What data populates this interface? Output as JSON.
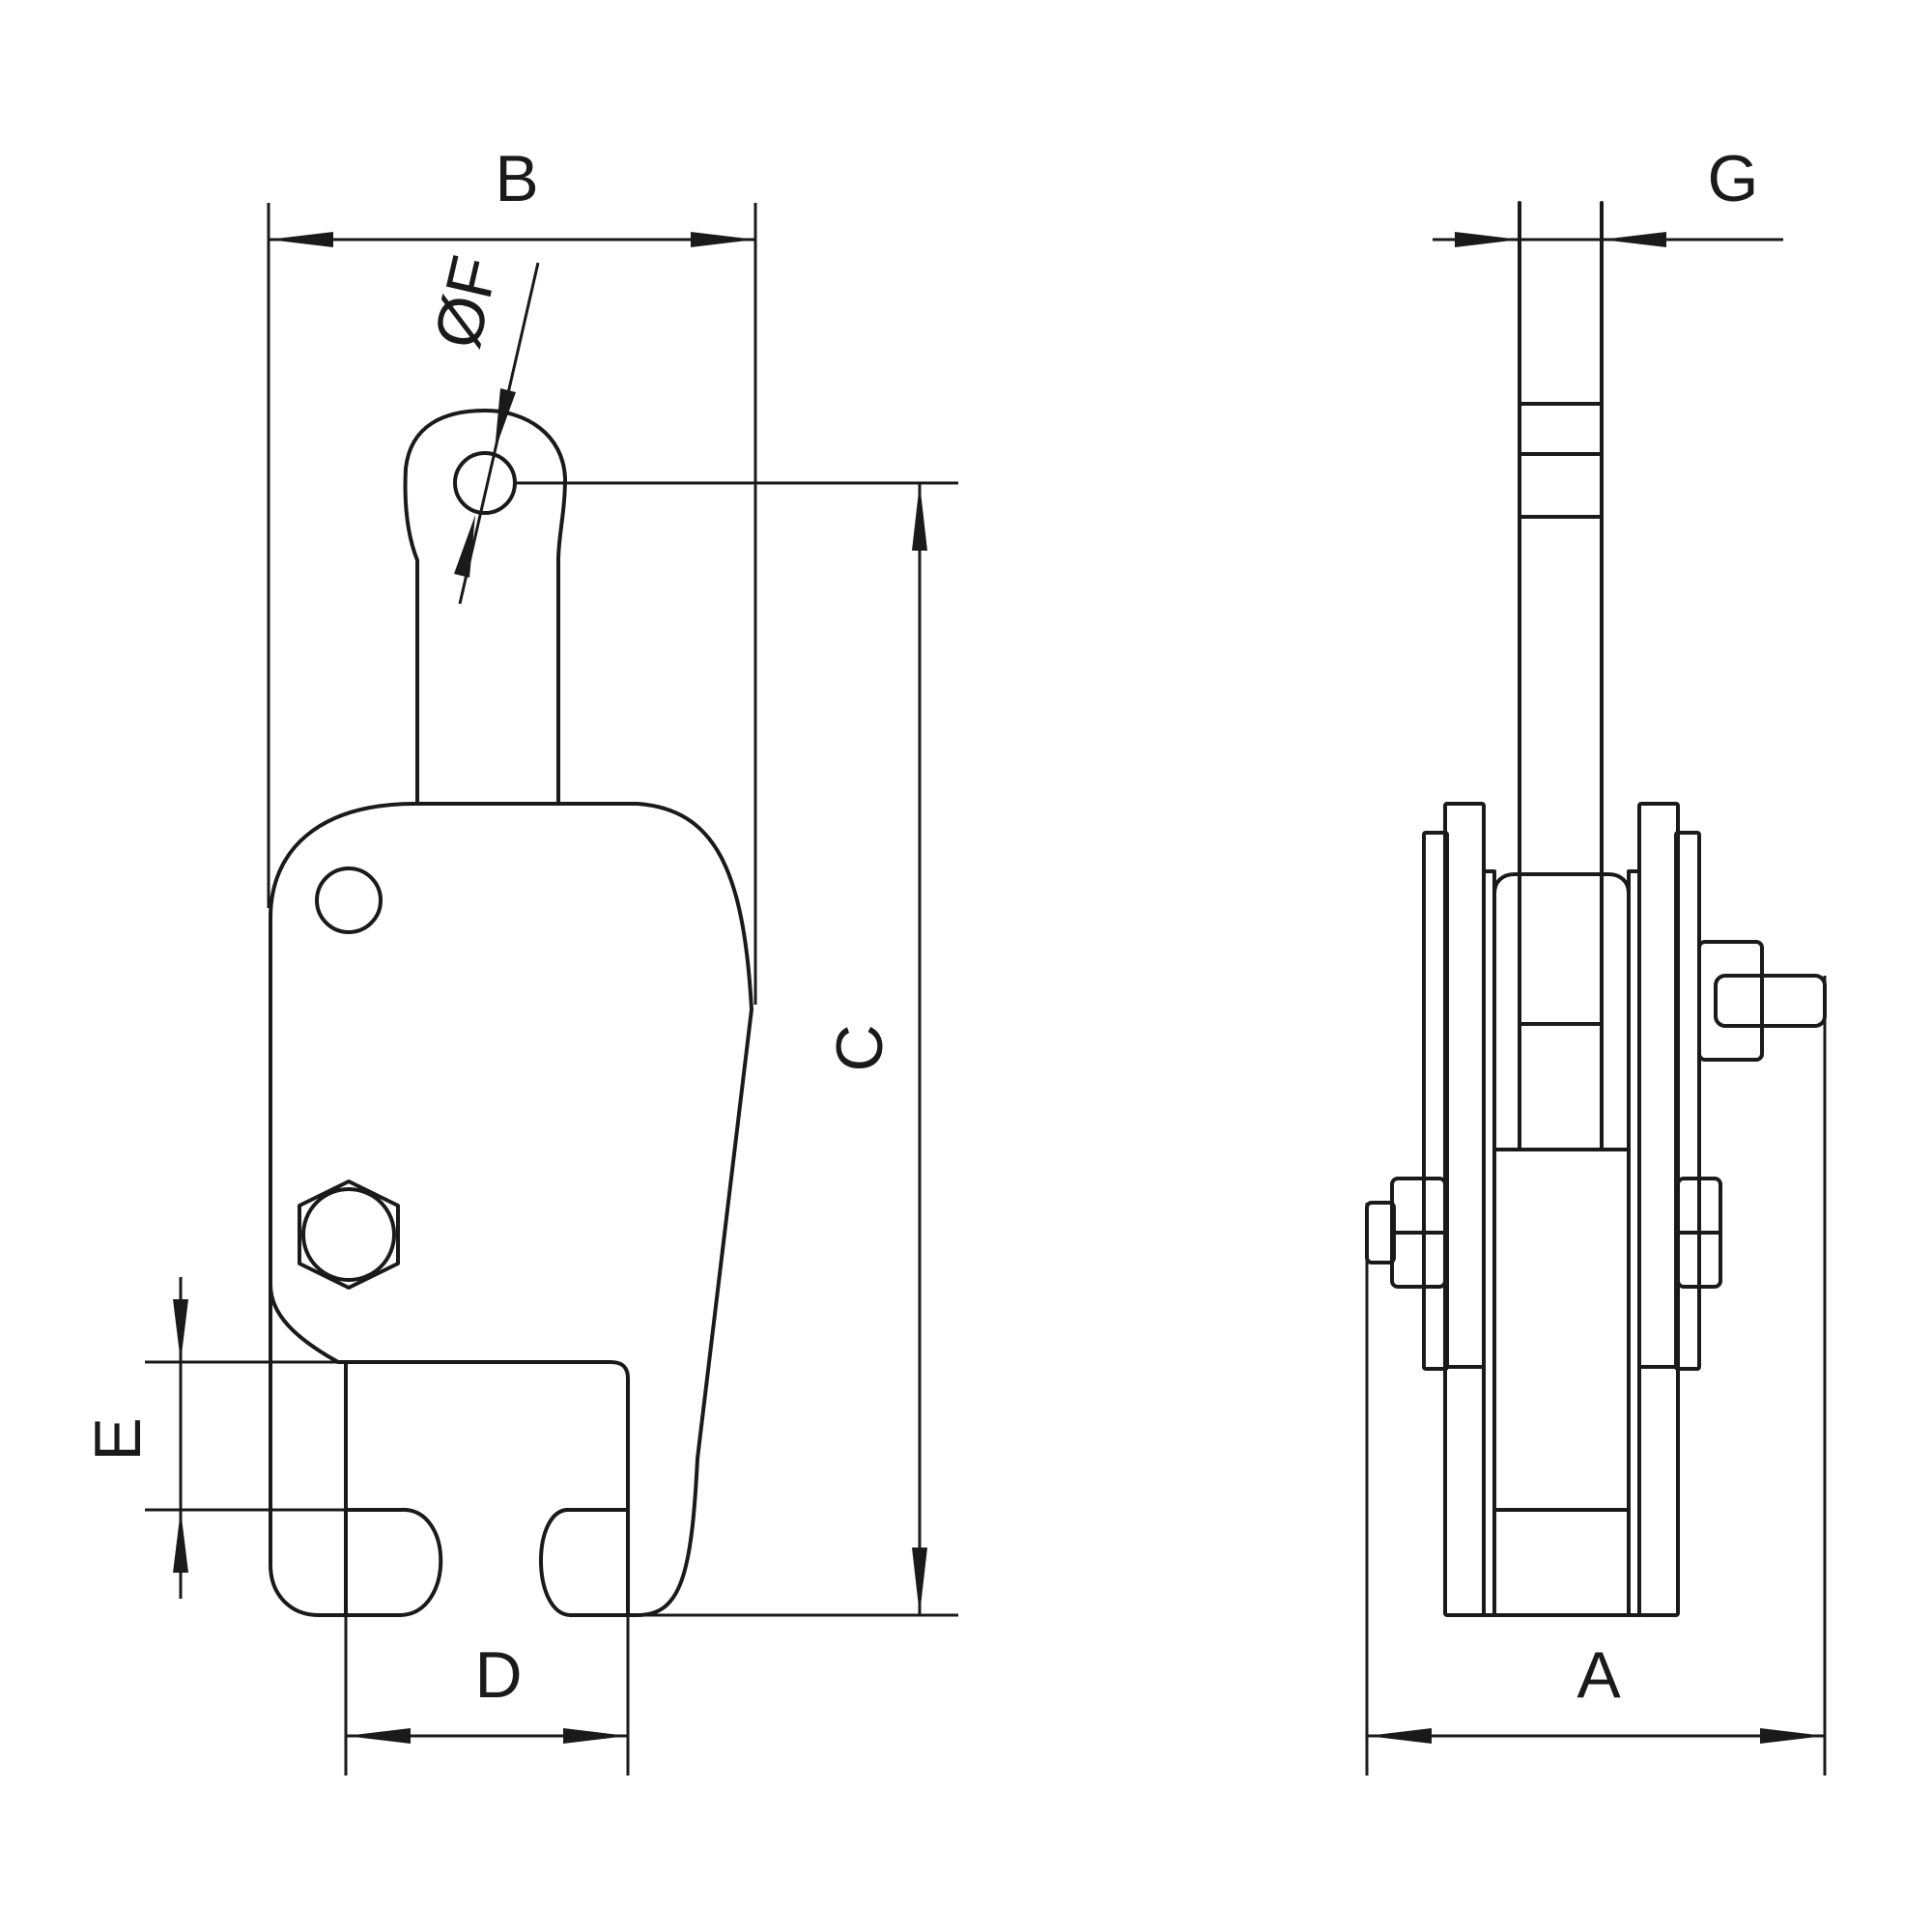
{
  "labels": {
    "B": "B",
    "F": "ØF",
    "C": "C",
    "E": "E",
    "D": "D",
    "G": "G",
    "A": "A"
  }
}
